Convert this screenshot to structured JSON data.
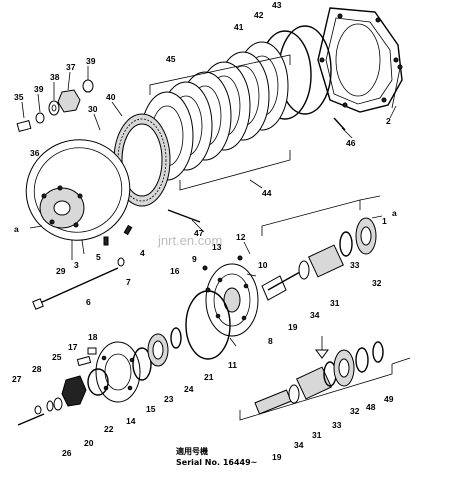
{
  "diagram": {
    "part_labels": [
      {
        "id": "l1",
        "text": "1"
      },
      {
        "id": "l2",
        "text": "2"
      },
      {
        "id": "l3",
        "text": "3"
      },
      {
        "id": "l4",
        "text": "4"
      },
      {
        "id": "l5",
        "text": "5"
      },
      {
        "id": "l6",
        "text": "6"
      },
      {
        "id": "l7",
        "text": "7"
      },
      {
        "id": "l8",
        "text": "8"
      },
      {
        "id": "l9",
        "text": "9"
      },
      {
        "id": "l10",
        "text": "10"
      },
      {
        "id": "l11",
        "text": "11"
      },
      {
        "id": "l12",
        "text": "12"
      },
      {
        "id": "l13",
        "text": "13"
      },
      {
        "id": "l14",
        "text": "14"
      },
      {
        "id": "l15",
        "text": "15"
      },
      {
        "id": "l16",
        "text": "16"
      },
      {
        "id": "l17",
        "text": "17"
      },
      {
        "id": "l18",
        "text": "18"
      },
      {
        "id": "l19a",
        "text": "19"
      },
      {
        "id": "l19b",
        "text": "19"
      },
      {
        "id": "l20",
        "text": "20"
      },
      {
        "id": "l21",
        "text": "21"
      },
      {
        "id": "l22",
        "text": "22"
      },
      {
        "id": "l23",
        "text": "23"
      },
      {
        "id": "l24",
        "text": "24"
      },
      {
        "id": "l25",
        "text": "25"
      },
      {
        "id": "l26",
        "text": "26"
      },
      {
        "id": "l27",
        "text": "27"
      },
      {
        "id": "l28",
        "text": "28"
      },
      {
        "id": "l29",
        "text": "29"
      },
      {
        "id": "l30",
        "text": "30"
      },
      {
        "id": "l31a",
        "text": "31"
      },
      {
        "id": "l31b",
        "text": "31"
      },
      {
        "id": "l32a",
        "text": "32"
      },
      {
        "id": "l32b",
        "text": "32"
      },
      {
        "id": "l33a",
        "text": "33"
      },
      {
        "id": "l33b",
        "text": "33"
      },
      {
        "id": "l34a",
        "text": "34"
      },
      {
        "id": "l34b",
        "text": "34"
      },
      {
        "id": "l35",
        "text": "35"
      },
      {
        "id": "l36",
        "text": "36"
      },
      {
        "id": "l37",
        "text": "37"
      },
      {
        "id": "l38",
        "text": "38"
      },
      {
        "id": "l39a",
        "text": "39"
      },
      {
        "id": "l39b",
        "text": "39"
      },
      {
        "id": "l40",
        "text": "40"
      },
      {
        "id": "l41",
        "text": "41"
      },
      {
        "id": "l42",
        "text": "42"
      },
      {
        "id": "l43",
        "text": "43"
      },
      {
        "id": "l44",
        "text": "44"
      },
      {
        "id": "l45",
        "text": "45"
      },
      {
        "id": "l46",
        "text": "46"
      },
      {
        "id": "l47",
        "text": "47"
      },
      {
        "id": "l48",
        "text": "48"
      },
      {
        "id": "l49",
        "text": "49"
      },
      {
        "id": "la1",
        "text": "a"
      },
      {
        "id": "la2",
        "text": "a"
      }
    ],
    "footer": {
      "applicability": "適用号機",
      "serial": "Serial No. 16449~"
    },
    "watermark": "jnrt.en.com"
  }
}
